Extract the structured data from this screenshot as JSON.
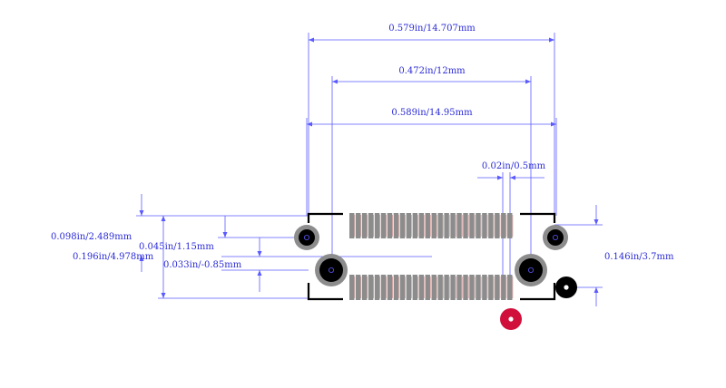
{
  "dimensions": {
    "overall_width": "0.579in/14.707mm",
    "pad_span": "0.472in/12mm",
    "body_width": "0.589in/14.95mm",
    "pitch": "0.02in/0.5mm",
    "left_height_a": "0.098in/2.489mm",
    "left_height_b": "0.045in/1.15mm",
    "left_height_c": "0.196in/4.978mm",
    "left_height_d": "0.033in/-0.85mm",
    "right_height": "0.146in/3.7mm"
  },
  "pads": {
    "top_row_count": 26,
    "bottom_row_count": 26
  },
  "colors": {
    "dimension": "#5a5aff",
    "text": "#2b2bd6",
    "outline": "#000000",
    "pad": "#8c8c8c",
    "pin1_marker": "#d0103a"
  }
}
